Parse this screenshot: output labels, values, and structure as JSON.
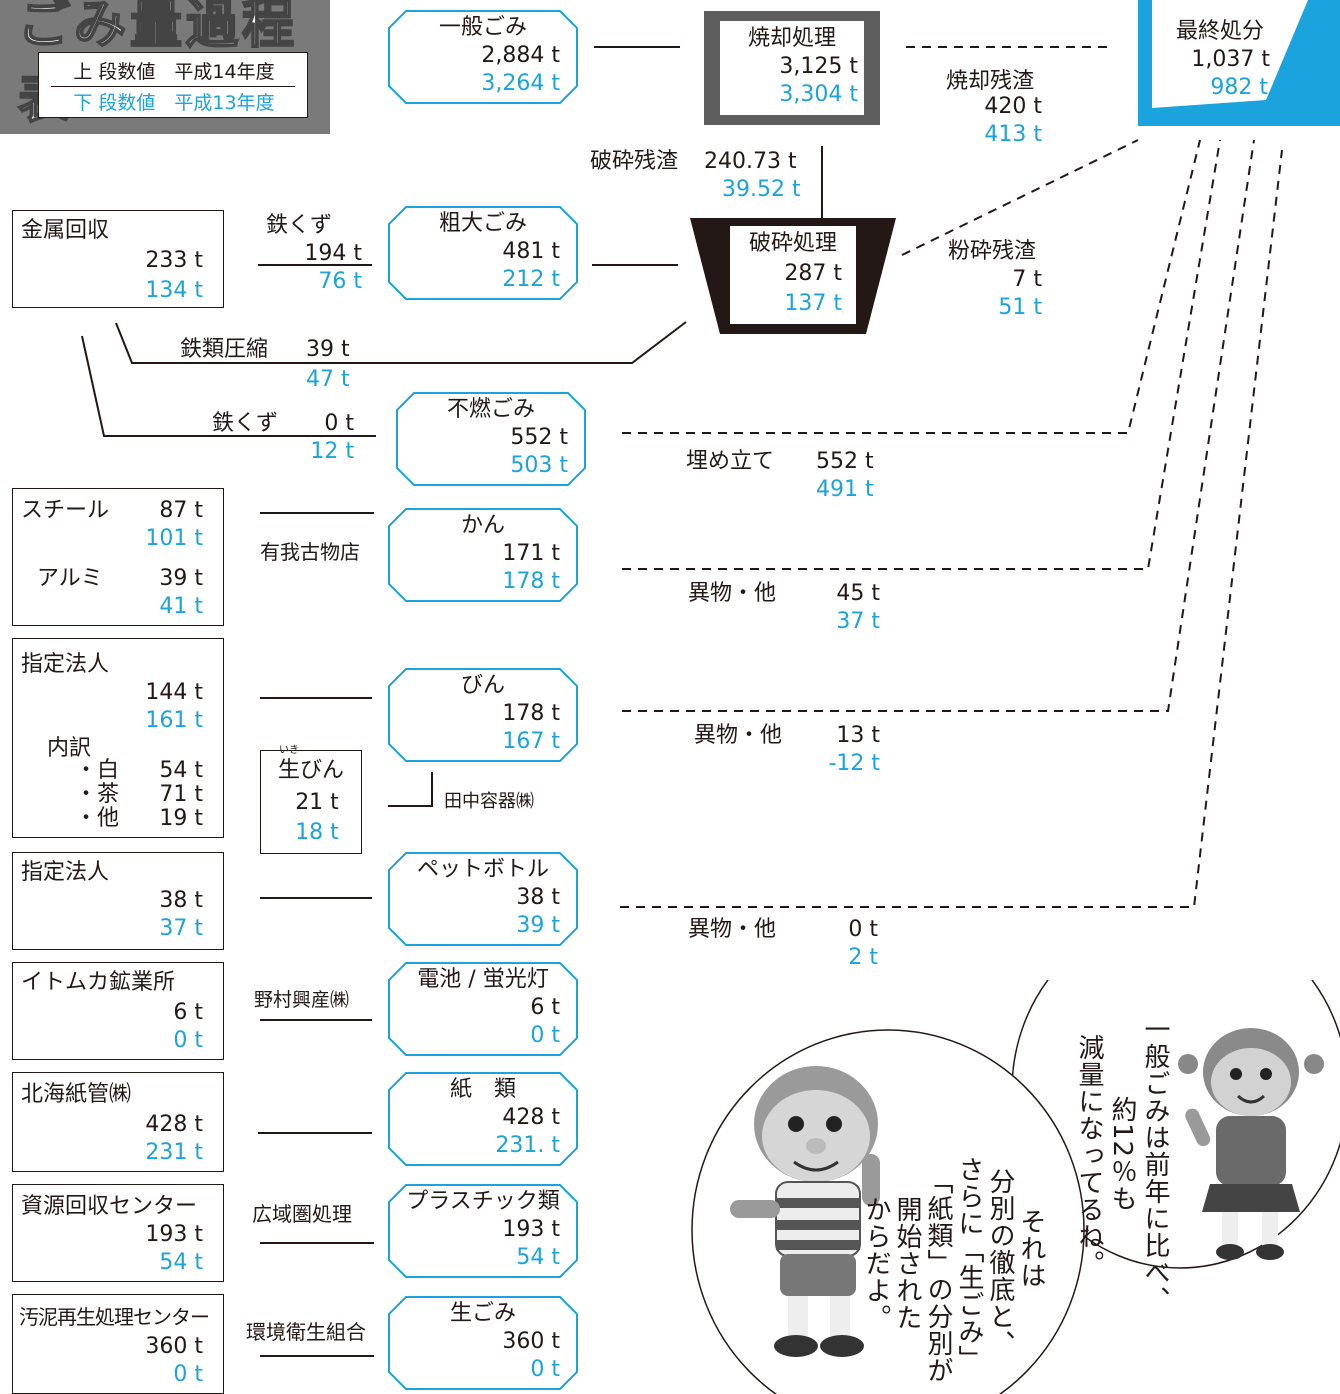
{
  "colors": {
    "blue": "#1aa3dc",
    "dark": "#231815",
    "gray": "#7a7a7a"
  },
  "header": {
    "title": "ごみ量過程表",
    "legend_upper": "上 段数値　平成14年度",
    "legend_lower_mark": "下",
    "legend_lower_rest": " 段数値　平成13年度"
  },
  "center": {
    "general": {
      "label": "一般ごみ",
      "v14": "2,884 t",
      "v13": "3,264 t"
    },
    "bulky": {
      "label": "粗大ごみ",
      "v14": "481 t",
      "v13": "212 t"
    },
    "nonburn": {
      "label": "不燃ごみ",
      "v14": "552 t",
      "v13": "503 t"
    },
    "can": {
      "label": "かん",
      "v14": "171 t",
      "v13": "178 t"
    },
    "bottle": {
      "label": "びん",
      "v14": "178 t",
      "v13": "167 t"
    },
    "pet": {
      "label": "ペットボトル",
      "v14": "38 t",
      "v13": "39 t"
    },
    "battery": {
      "label": "電池 / 蛍光灯",
      "v14": "6 t",
      "v13": "0 t"
    },
    "paper": {
      "label": "紙　類",
      "v14": "428 t",
      "v13": "231. t"
    },
    "plastic": {
      "label": "プラスチック類",
      "v14": "193 t",
      "v13": "54 t"
    },
    "organic": {
      "label": "生ごみ",
      "v14": "360 t",
      "v13": "0 t"
    }
  },
  "process": {
    "incineration": {
      "label": "焼却処理",
      "v14": "3,125 t",
      "v13": "3,304 t"
    },
    "crushing": {
      "label": "破砕処理",
      "v14": "287 t",
      "v13": "137 t"
    },
    "final": {
      "label": "最終処分",
      "v14": "1,037 t",
      "v13": "982 t"
    }
  },
  "flows": {
    "incin_residue": {
      "label": "焼却残渣",
      "v14": "420 t",
      "v13": "413 t"
    },
    "crush_residue": {
      "label": "破砕残渣",
      "v14": "240.73 t",
      "v13": "39.52 t"
    },
    "powder_residue": {
      "label": "粉砕残渣",
      "v14": "7 t",
      "v13": "51 t"
    },
    "iron_scrap1": {
      "label": "鉄くず",
      "v14": "194 t",
      "v13": "76 t"
    },
    "iron_compress": {
      "label": "鉄類圧縮",
      "v14": "39 t",
      "v13": "47 t"
    },
    "iron_scrap2": {
      "label": "鉄くず",
      "v14": "0 t",
      "v13": "12 t"
    },
    "landfill": {
      "label": "埋め立て",
      "v14": "552 t",
      "v13": "491 t"
    },
    "foreign1": {
      "label": "異物・他",
      "v14": "45 t",
      "v13": "37 t"
    },
    "foreign2": {
      "label": "異物・他",
      "v14": "13 t",
      "v13": "-12 t"
    },
    "foreign3": {
      "label": "異物・他",
      "v14": "0 t",
      "v13": "2 t"
    }
  },
  "left": {
    "metal": {
      "label": "金属回収",
      "v14": "233 t",
      "v13": "134 t"
    },
    "steel_alu": {
      "steel": "スチール",
      "steel_v14": "87 t",
      "steel_v13": "101 t",
      "alu": "アルミ",
      "alu_v14": "39 t",
      "alu_v13": "41 t"
    },
    "corp_bottle": {
      "label": "指定法人",
      "v14": "144 t",
      "v13": "161 t",
      "breakdown": "内訳",
      "white": "・白",
      "white_v": "54 t",
      "brown": "・茶",
      "brown_v": "71 t",
      "other": "・他",
      "other_v": "19 t"
    },
    "corp_pet": {
      "label": "指定法人",
      "v14": "38 t",
      "v13": "37 t"
    },
    "itomuka": {
      "label": "イトムカ鉱業所",
      "v14": "6 t",
      "v13": "0 t"
    },
    "hokkai": {
      "label": "北海紙管㈱",
      "v14": "428 t",
      "v13": "231 t"
    },
    "resource": {
      "label": "資源回収センター",
      "v14": "193 t",
      "v13": "54 t"
    },
    "sludge": {
      "label": "汚泥再生処理センター",
      "v14": "360 t",
      "v13": "0 t"
    }
  },
  "agents": {
    "yuga": "有我古物店",
    "tanaka": "田中容器㈱",
    "nomura": "野村興産㈱",
    "koiki": "広域圏処理",
    "kankyo": "環境衛生組合"
  },
  "raw_bottle": {
    "ruby": "いき",
    "label": "生びん",
    "v14": "21 t",
    "v13": "18 t"
  },
  "speech": {
    "girl": [
      "一般ごみは前年に比べ、",
      "約12％も",
      "減量になってるね。"
    ],
    "boy": [
      "それは",
      "分別の徹底と、",
      "さらに「生ごみ」",
      "「紙類」の分別が",
      "開始された",
      "からだよ。"
    ]
  }
}
